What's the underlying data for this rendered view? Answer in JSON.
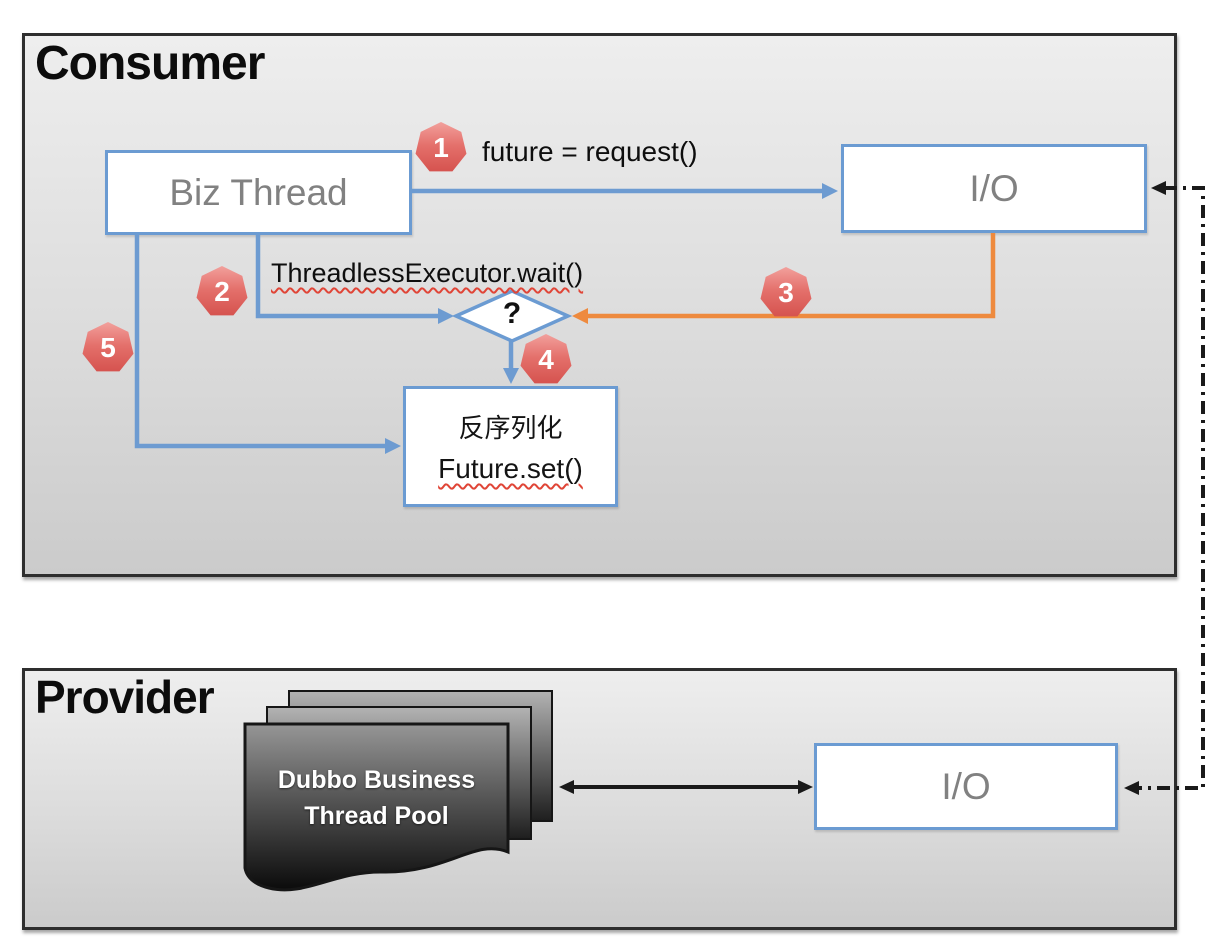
{
  "consumer": {
    "title": "Consumer",
    "biz_thread_label": "Biz Thread",
    "io_label": "I/O",
    "decision_label": "?",
    "request_label": "future = request()",
    "wait_label": "ThreadlessExecutor.wait()",
    "deserialize_line1": "反序列化",
    "deserialize_line2": "Future.set()"
  },
  "provider": {
    "title": "Provider",
    "thread_pool_line1": "Dubbo Business",
    "thread_pool_line2": "Thread Pool",
    "io_label": "I/O"
  },
  "badges": [
    {
      "label": "1"
    },
    {
      "label": "2"
    },
    {
      "label": "3"
    },
    {
      "label": "4"
    },
    {
      "label": "5"
    }
  ],
  "colors": {
    "arrow_blue": "#6d9bd1",
    "arrow_orange": "#ee8a3e",
    "arrow_black": "#1a1a1a",
    "box_border_blue": "#6b9bd2",
    "badge_red": "#d4504c",
    "section_border": "#2e2e2e",
    "label_gray": "#818181",
    "squiggle_red": "#e04537"
  }
}
